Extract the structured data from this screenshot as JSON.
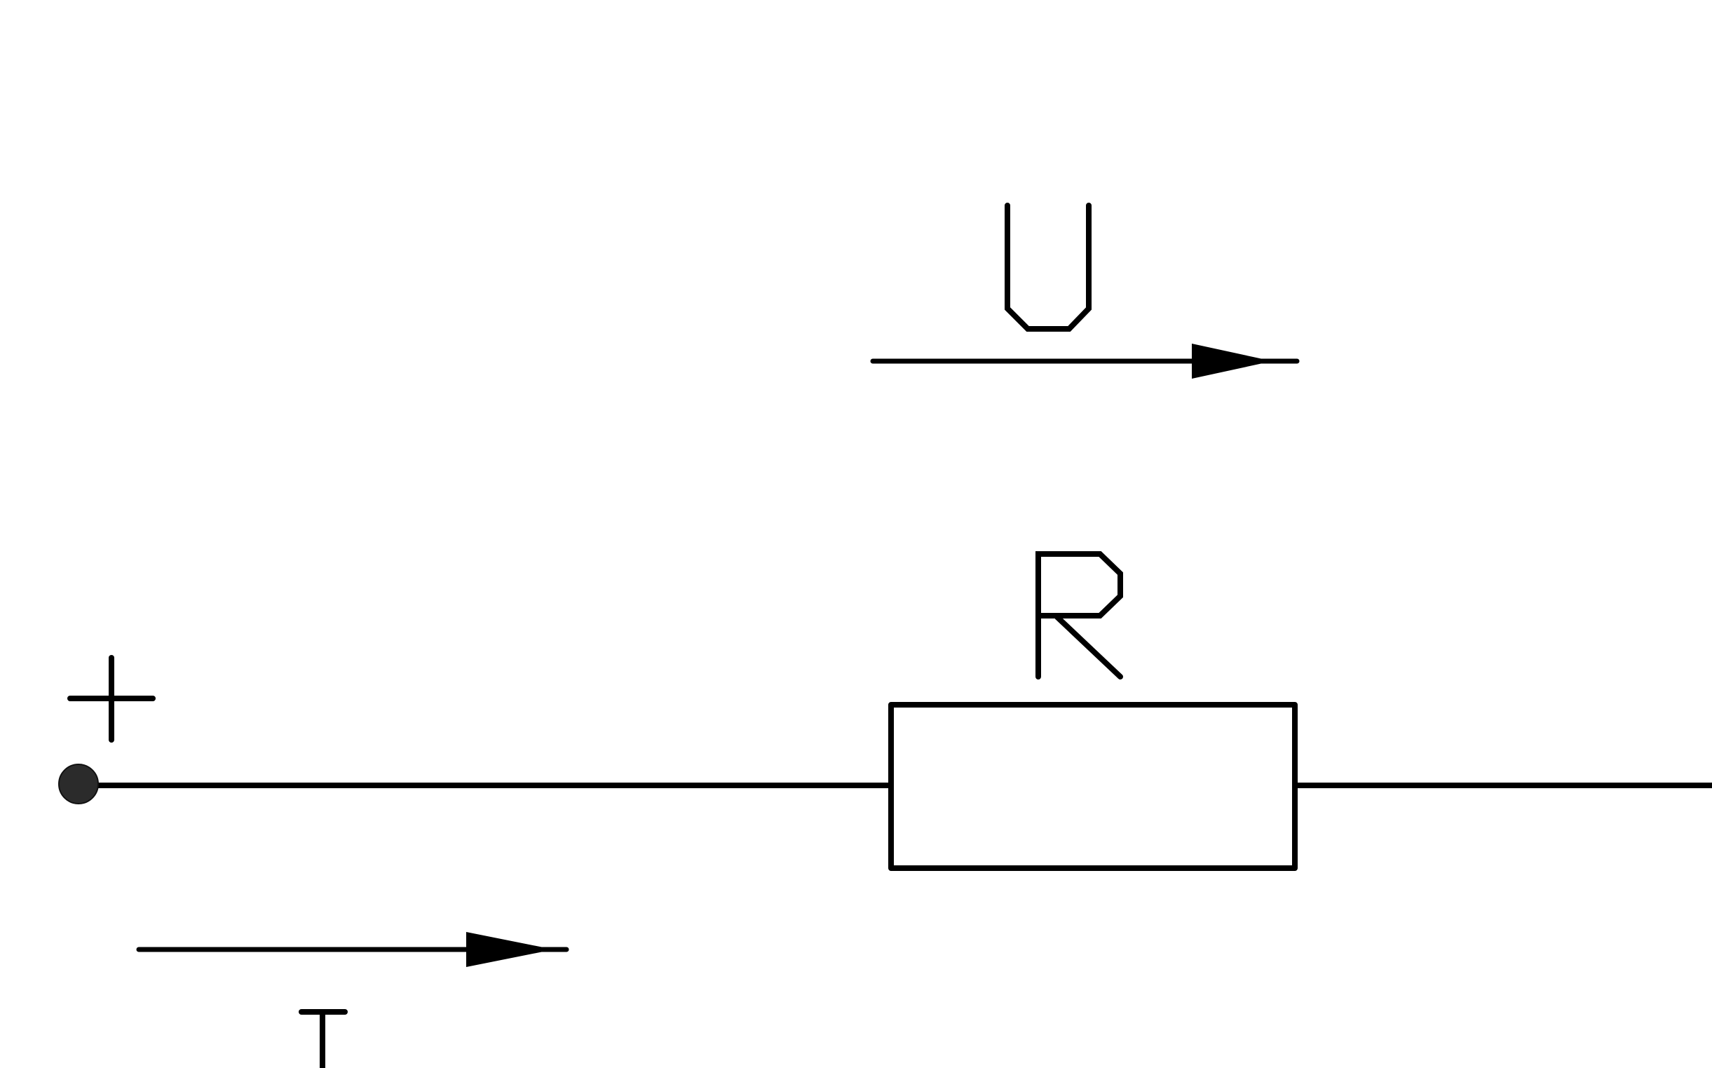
{
  "labels": {
    "voltage": "U",
    "resistor": "R",
    "current": "I",
    "polarity": "+"
  },
  "colors": {
    "stroke": "#000000",
    "background": "#ffffff",
    "terminal": "#2b2b2b"
  },
  "icons": {
    "voltage_arrow": "arrow-right-icon",
    "current_arrow": "arrow-right-icon",
    "terminal": "terminal-dot-icon"
  }
}
